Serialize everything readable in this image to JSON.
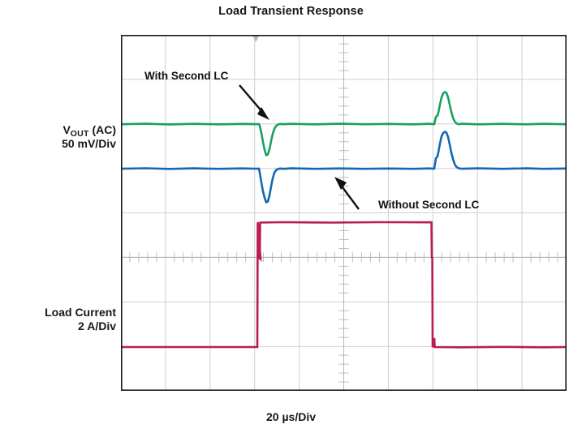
{
  "chart_data": {
    "type": "line",
    "title": "Load Transient Response",
    "xlabel": "20 µs/Div",
    "ylabel": "",
    "grid": true,
    "grid_divisions_x": 10,
    "grid_divisions_y": 8,
    "legend_position": "inline-annotations",
    "x_unit_per_div": "20 µs",
    "axes": [
      {
        "name": "V_OUT (AC)",
        "scale": "50 mV/Div",
        "label_line1": "V",
        "label_sub": "OUT",
        "label_line1_tail": " (AC)",
        "label_line2": "50 mV/Div"
      },
      {
        "name": "Load Current",
        "scale": "2 A/Div",
        "label_line1": "Load Current",
        "label_line2": "2 A/Div"
      }
    ],
    "series": [
      {
        "name": "With Second LC",
        "color": "#18a05f",
        "trace": "vout-green",
        "baseline_div": 2.0,
        "undershoot_mv": -33,
        "overshoot_mv": 35,
        "description": "V_OUT AC ripple with second LC filter stage; small undershoot at load step-up and small overshoot at load step-down"
      },
      {
        "name": "Without Second LC",
        "color": "#1268b5",
        "trace": "vout-blue",
        "baseline_div": 3.0,
        "undershoot_mv": -40,
        "overshoot_mv": 34,
        "description": "V_OUT AC ripple without second LC filter stage; larger undershoot at load step-up and larger overshoot at load step-down"
      },
      {
        "name": "Load Current",
        "color": "#b81e4e",
        "trace": "load-current",
        "low_level_a": 0,
        "high_level_a": 4,
        "step_up_div": 3.1,
        "step_down_div": 7.0,
        "description": "Pulsed load current, 0 A to 4 A step, 2 A/Div"
      }
    ],
    "annotations": [
      {
        "id": "with-second-lc",
        "text": "With Second LC",
        "points_to": "green trace undershoot"
      },
      {
        "id": "without-second-lc",
        "text": "Without Second LC",
        "points_to": "blue trace baseline"
      }
    ]
  },
  "figure": {
    "title": "Load Transient Response",
    "x_axis_label": "20 µs/Div",
    "vout_label": {
      "prefix": "V",
      "subscript": "OUT",
      "suffix": " (AC)",
      "scale": "50 mV/Div"
    },
    "load_label": {
      "name": "Load Current",
      "scale": "2 A/Div"
    },
    "annotation_with": "With Second LC",
    "annotation_without": "Without Second LC",
    "colors": {
      "green": "#18a05f",
      "blue": "#1268b5",
      "red": "#b81e4e",
      "grid": "#cfcfcf",
      "border": "#1c1c1c",
      "text": "#171717",
      "background": "#ffffff"
    }
  }
}
